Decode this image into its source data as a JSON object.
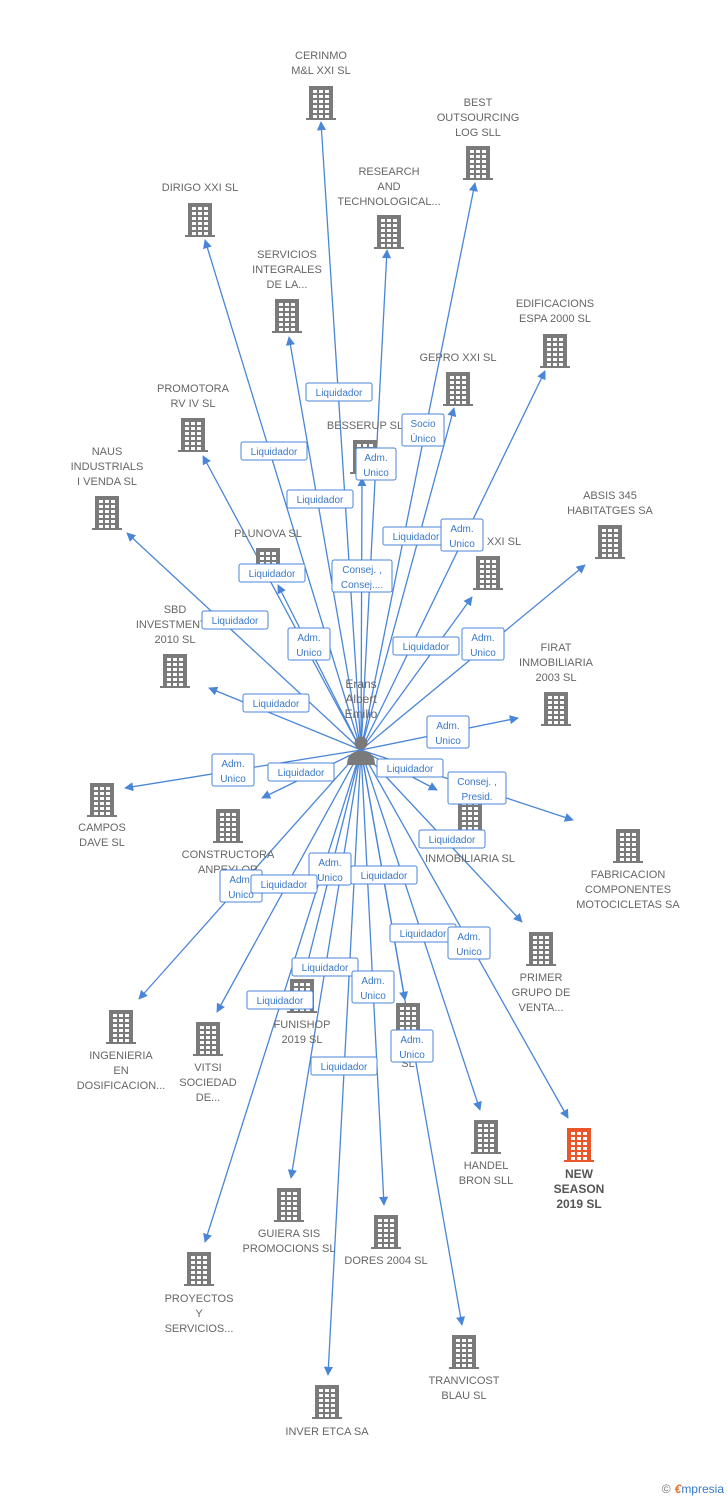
{
  "colors": {
    "edge": "#4a86d8",
    "building": "#7a7a7a",
    "highlight": "#e8562a",
    "text": "#666666"
  },
  "person": {
    "name_lines": [
      "Erans",
      "Albert",
      "Emilio"
    ],
    "icon": "person-icon"
  },
  "companies": [
    {
      "id": "cerinmo",
      "lines": [
        "CERINMO",
        "M&L XXI SL"
      ]
    },
    {
      "id": "best",
      "lines": [
        "BEST",
        "OUTSOURCING",
        "LOG SLL"
      ]
    },
    {
      "id": "research",
      "lines": [
        "RESEARCH",
        "AND",
        "TECHNOLOGICAL..."
      ]
    },
    {
      "id": "dirigo",
      "lines": [
        "DIRIGO XXI SL"
      ]
    },
    {
      "id": "servicios",
      "lines": [
        "SERVICIOS",
        "INTEGRALES",
        "DE LA..."
      ]
    },
    {
      "id": "edificacions",
      "lines": [
        "EDIFICACIONS",
        "ESPA 2000 SL"
      ]
    },
    {
      "id": "gepro",
      "lines": [
        "GEPRO XXI SL"
      ]
    },
    {
      "id": "promotora",
      "lines": [
        "PROMOTORA",
        "RV IV SL"
      ]
    },
    {
      "id": "besserup",
      "lines": [
        "BESSERUP SL"
      ]
    },
    {
      "id": "naus",
      "lines": [
        "NAUS",
        "INDUSTRIALS",
        "I VENDA SL"
      ]
    },
    {
      "id": "absis",
      "lines": [
        "ABSIS 345",
        "HABITATGES SA"
      ]
    },
    {
      "id": "plunova",
      "lines": [
        "PLUNOVA SL"
      ]
    },
    {
      "id": "xxi",
      "lines": [
        "XXI SL"
      ]
    },
    {
      "id": "sbd",
      "lines": [
        "SBD",
        "INVESTMENTS",
        "2010 SL"
      ]
    },
    {
      "id": "firat",
      "lines": [
        "FIRAT",
        "INMOBILIARIA",
        "2003 SL"
      ]
    },
    {
      "id": "campos",
      "lines": [
        "CAMPOS",
        "DAVE SL"
      ]
    },
    {
      "id": "constructora",
      "lines": [
        "CONSTRUCTORA",
        "ANPEYLOR"
      ]
    },
    {
      "id": "ar1",
      "lines": [
        "AR 1",
        "INMOBILIARIA SL"
      ]
    },
    {
      "id": "fabricacion",
      "lines": [
        "FABRICACION",
        "COMPONENTES",
        "MOTOCICLETAS SA"
      ]
    },
    {
      "id": "primer",
      "lines": [
        "PRIMER",
        "GRUPO DE",
        "VENTA..."
      ]
    },
    {
      "id": "ingenieria",
      "lines": [
        "INGENIERIA",
        "EN",
        "DOSIFICACION..."
      ]
    },
    {
      "id": "vitsi",
      "lines": [
        "VITSI",
        "SOCIEDAD",
        "DE..."
      ]
    },
    {
      "id": "funishop",
      "lines": [
        "FUNISHOP",
        "2019  SL"
      ]
    },
    {
      "id": "cop",
      "lines": [
        "COP",
        "SL"
      ]
    },
    {
      "id": "handel",
      "lines": [
        "HANDEL",
        "BRON SLL"
      ]
    },
    {
      "id": "newseason",
      "lines": [
        "NEW",
        "SEASON",
        "2019  SL"
      ],
      "highlight": true
    },
    {
      "id": "guiera",
      "lines": [
        "GUIERA SIS",
        "PROMOCIONS SL"
      ]
    },
    {
      "id": "dores",
      "lines": [
        "DORES 2004 SL"
      ]
    },
    {
      "id": "proyectos",
      "lines": [
        "PROYECTOS",
        "Y",
        "SERVICIOS..."
      ]
    },
    {
      "id": "tranvicost",
      "lines": [
        "TRANVICOST",
        "BLAU SL"
      ]
    },
    {
      "id": "inver",
      "lines": [
        "INVER ETCA SA"
      ]
    }
  ],
  "relations": [
    {
      "lines": [
        "Liquidador"
      ]
    },
    {
      "lines": [
        "Liquidador"
      ]
    },
    {
      "lines": [
        "Socio",
        "Único"
      ]
    },
    {
      "lines": [
        "Adm.",
        "Unico"
      ]
    },
    {
      "lines": [
        "Liquidador"
      ]
    },
    {
      "lines": [
        "Liquidador"
      ]
    },
    {
      "lines": [
        "Adm.",
        "Unico"
      ]
    },
    {
      "lines": [
        "Consej. ,",
        "Consej...."
      ]
    },
    {
      "lines": [
        "Liquidador"
      ]
    },
    {
      "lines": [
        "Liquidador"
      ]
    },
    {
      "lines": [
        "Adm.",
        "Unico"
      ]
    },
    {
      "lines": [
        "Liquidador"
      ]
    },
    {
      "lines": [
        "Adm.",
        "Unico"
      ]
    },
    {
      "lines": [
        "Liquidador"
      ]
    },
    {
      "lines": [
        "Adm.",
        "Unico"
      ]
    },
    {
      "lines": [
        "Adm.",
        "Unico"
      ]
    },
    {
      "lines": [
        "Liquidador"
      ]
    },
    {
      "lines": [
        "Liquidador"
      ]
    },
    {
      "lines": [
        "Consej. ,",
        "Presid."
      ]
    },
    {
      "lines": [
        "Liquidador"
      ]
    },
    {
      "lines": [
        "Adm.",
        "Unico"
      ]
    },
    {
      "lines": [
        "Liquidador"
      ]
    },
    {
      "lines": [
        "Adm.",
        "Unico"
      ]
    },
    {
      "lines": [
        "Liquidador"
      ]
    },
    {
      "lines": [
        "Liquidador"
      ]
    },
    {
      "lines": [
        "Adm.",
        "Unico"
      ]
    },
    {
      "lines": [
        "Liquidador"
      ]
    },
    {
      "lines": [
        "Adm.",
        "Unico"
      ]
    },
    {
      "lines": [
        "Liquidador"
      ]
    },
    {
      "lines": [
        "Adm.",
        "Unico"
      ]
    },
    {
      "lines": [
        "Liquidador"
      ]
    }
  ],
  "footer": {
    "copyright": "©",
    "brand_initial": "€",
    "brand_rest": "mpresia"
  }
}
